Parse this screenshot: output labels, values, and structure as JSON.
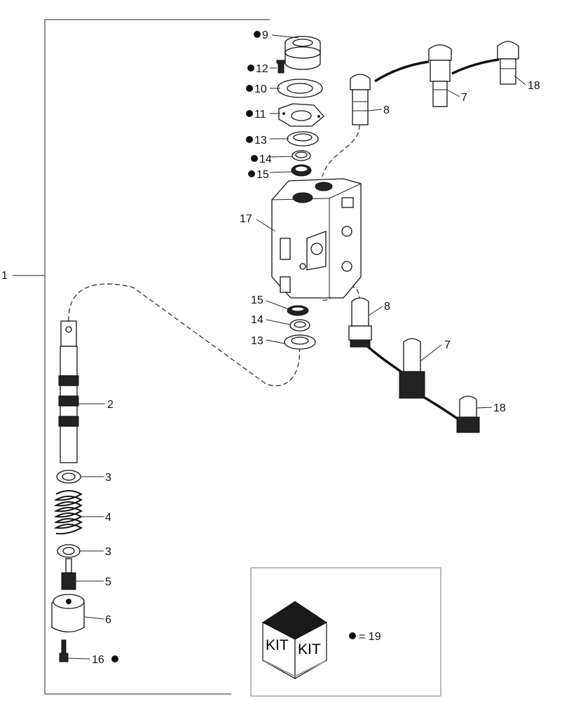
{
  "callouts": {
    "c1": "1",
    "c2": "2",
    "c3a": "3",
    "c3b": "3",
    "c4": "4",
    "c5": "5",
    "c6": "6",
    "c7a": "7",
    "c7b": "7",
    "c8a": "8",
    "c8b": "8",
    "c9": "9",
    "c10": "10",
    "c11": "11",
    "c12": "12",
    "c13a": "13",
    "c13b": "13",
    "c14a": "14",
    "c14b": "14",
    "c15a": "15",
    "c15b": "15",
    "c16": "16",
    "c17": "17",
    "c18a": "18",
    "c18b": "18"
  },
  "kit_box": {
    "kit_label_left": "KIT",
    "kit_label_right": "KIT",
    "legend_text": "= 19"
  }
}
